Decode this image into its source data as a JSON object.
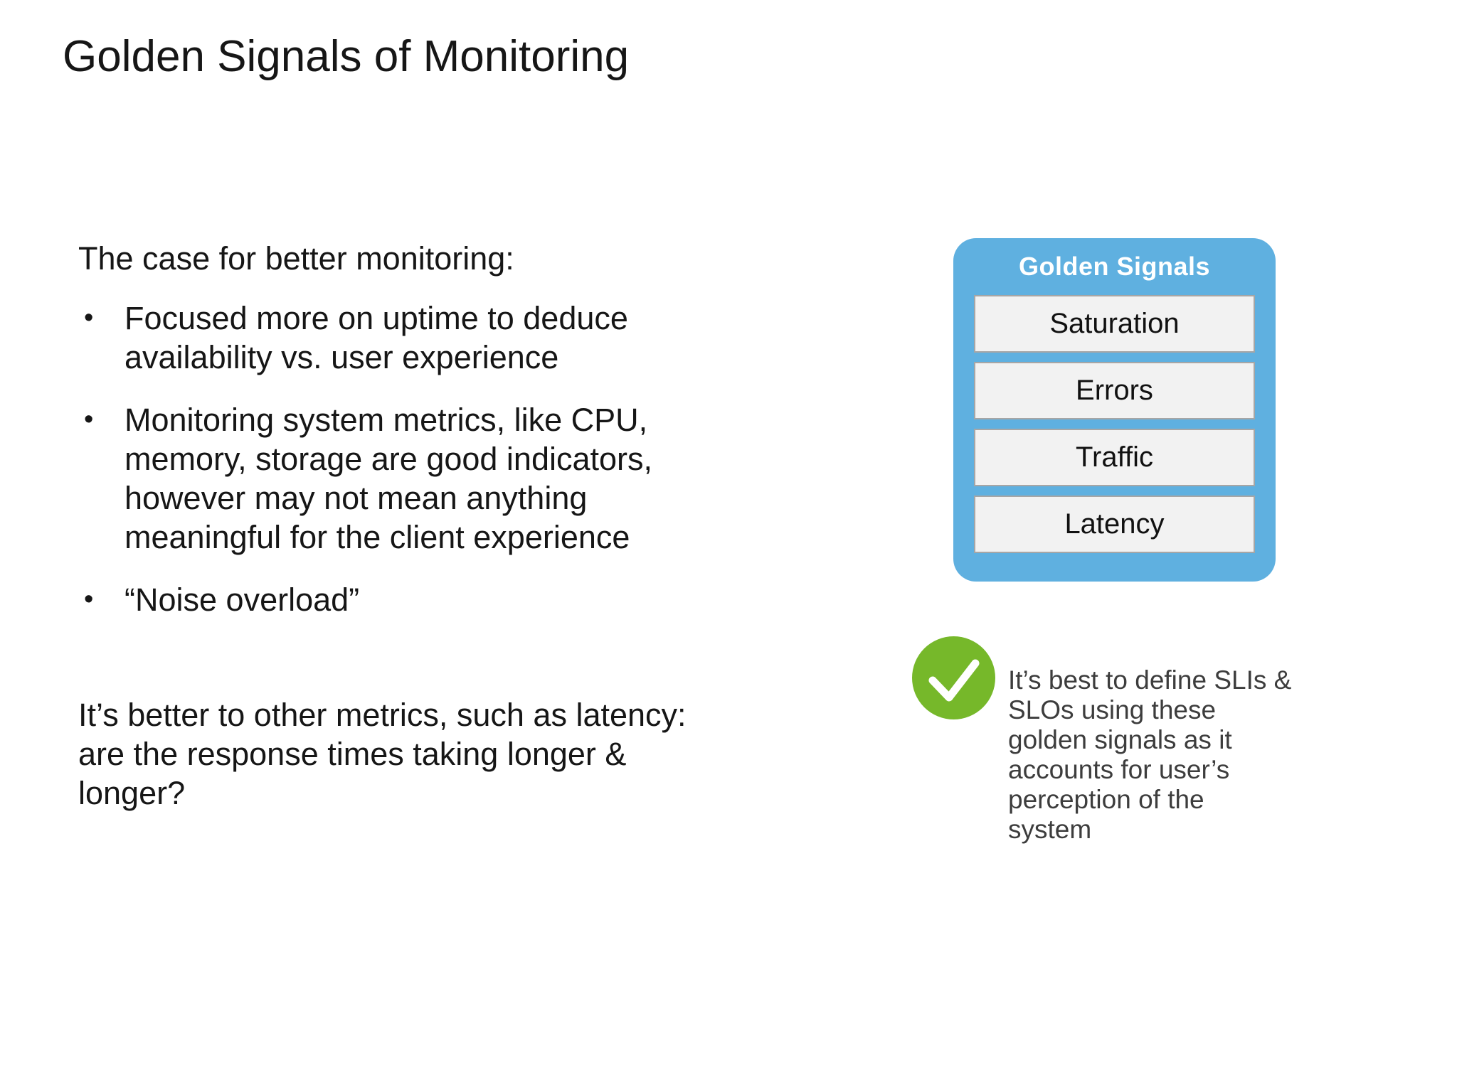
{
  "title": "Golden Signals of Monitoring",
  "intro": "The case for better monitoring:",
  "bullet_marker": "•",
  "bullets": [
    "Focused more on uptime to deduce availability vs. user experience",
    "Monitoring system metrics, like CPU, memory, storage are good indicators, however may not mean anything meaningful for the client experience",
    "“Noise overload”"
  ],
  "closing": "It’s better to other metrics, such as latency: are the response times taking longer & longer?",
  "panel": {
    "title": "Golden Signals",
    "signals": [
      "Saturation",
      "Errors",
      "Traffic",
      "Latency"
    ]
  },
  "callout": {
    "icon": "check-icon",
    "text": "It’s best to define SLIs & SLOs using these golden signals as it accounts for user’s perception of the system"
  },
  "colors": {
    "panel_blue": "#5fb0e0",
    "signal_box_bg": "#f2f2f2",
    "signal_box_border": "#a6a6a6",
    "check_green": "#76b82a",
    "text_dark": "#161616",
    "callout_text": "#3d3d3d",
    "slide_bg": "#ffffff"
  }
}
